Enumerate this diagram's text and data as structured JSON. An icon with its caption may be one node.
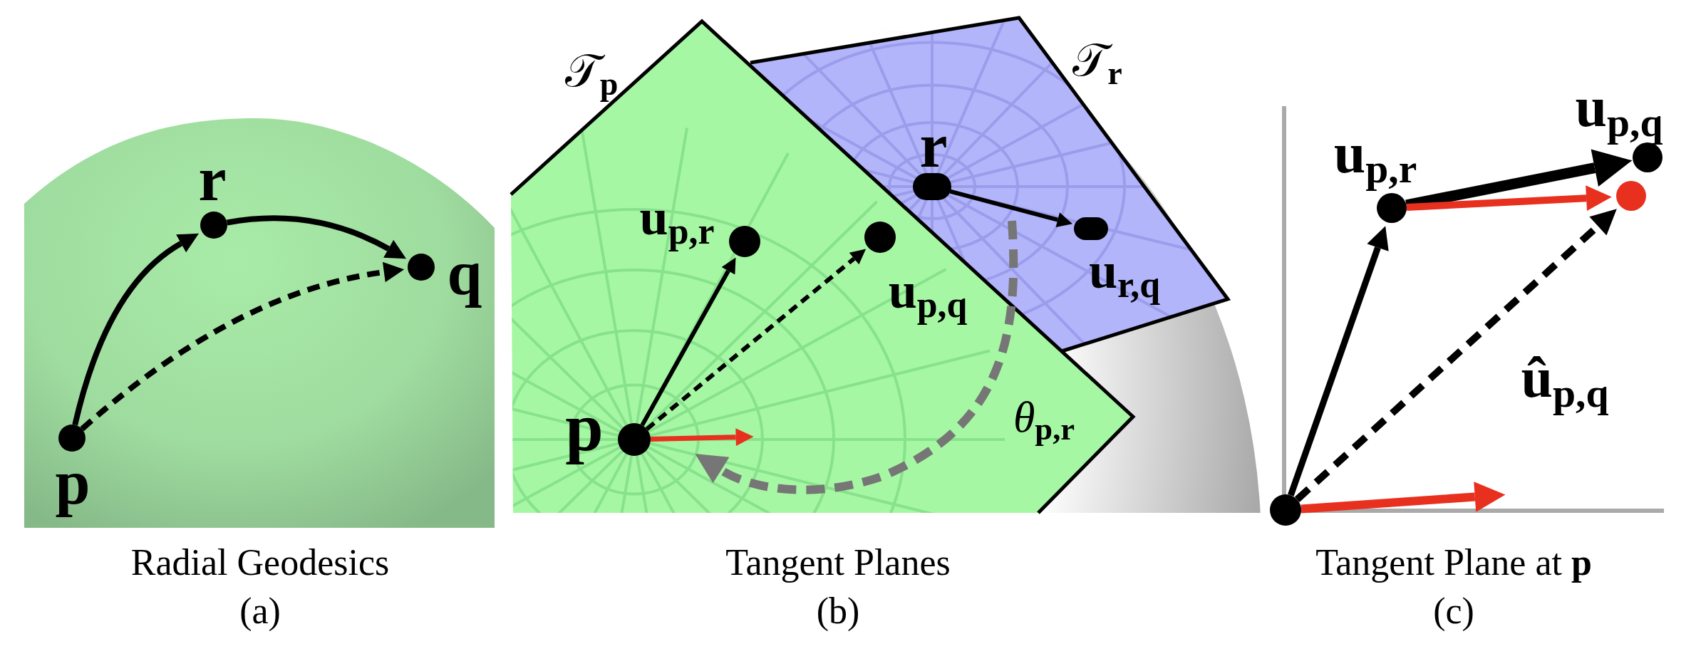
{
  "diagram": {
    "nodes": [
      {
        "text": [],
        "shape": "circle",
        "beside": [
          "p"
        ]
      },
      {
        "text": [],
        "shape": "circle",
        "beside": [
          "r"
        ]
      },
      {
        "text": [],
        "shape": "circle",
        "beside": [
          "q"
        ]
      },
      {
        "text": [],
        "shape": "circle",
        "beside": [
          "p"
        ]
      },
      {
        "text": [],
        "shape": "circle",
        "beside": [
          "u$_{p,r}$"
        ]
      },
      {
        "text": [],
        "shape": "circle",
        "beside": [
          "u$_{p,q}$"
        ]
      },
      {
        "text": [],
        "shape": "circle",
        "beside": [
          "r"
        ]
      },
      {
        "text": [],
        "shape": "circle",
        "beside": [
          "u$_{r,q}$"
        ]
      },
      {
        "text": [],
        "shape": "circle"
      },
      {
        "text": [],
        "shape": "circle",
        "beside": [
          "u$_{p,r}$"
        ]
      },
      {
        "text": [],
        "shape": "circle",
        "beside": [
          "u$_{p,q}$"
        ]
      },
      {
        "text": [],
        "shape": "circle"
      }
    ],
    "edges": [
      {
        "from": 0,
        "to": 1,
        "arrow": "to"
      },
      {
        "from": 1,
        "to": 2,
        "arrow": "to"
      },
      {
        "from": 0,
        "to": 2,
        "arrow": "to",
        "style": "dashed"
      },
      {
        "from": 3,
        "to": 4,
        "arrow": "to"
      },
      {
        "from": 3,
        "to": 5,
        "arrow": "to",
        "style": "dashed"
      },
      {
        "from": 6,
        "to": 7,
        "arrow": "to"
      },
      {
        "from": 3,
        "to": null,
        "arrow": "to",
        "color": "#e8301f"
      },
      {
        "from": 8,
        "to": 9,
        "arrow": "to"
      },
      {
        "from": 9,
        "to": 10,
        "arrow": "to",
        "style": "thick"
      },
      {
        "from": 9,
        "to": 11,
        "arrow": "to",
        "color": "#e8301f"
      },
      {
        "from": 8,
        "to": 11,
        "arrow": "to",
        "style": "dashed",
        "label": "û$_{p,q}$"
      },
      {
        "from": 8,
        "to": null,
        "arrow": "to",
        "color": "#e8301f"
      }
    ],
    "labels": [
      "𝒯$_{p}$",
      "𝒯$_{r}$",
      "*θ*$_{p,r}$",
      "Radial Geodesics",
      "(a)",
      "Tangent Planes",
      "(b)",
      "Tangent Plane at **p**",
      "(c)"
    ]
  }
}
